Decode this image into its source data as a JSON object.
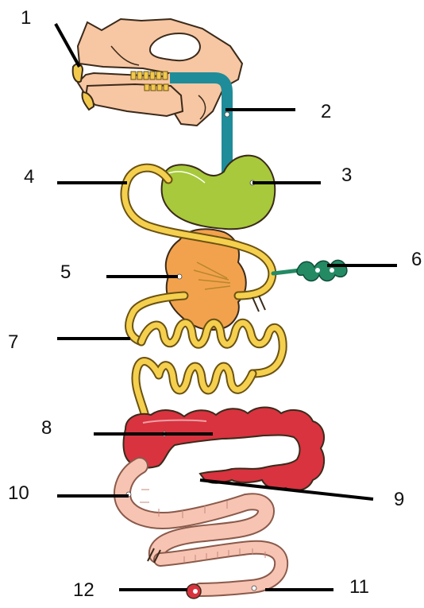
{
  "labels": [
    "1",
    "2",
    "3",
    "4",
    "5",
    "6",
    "7",
    "8",
    "9",
    "10",
    "11",
    "12"
  ],
  "colors": {
    "skull": "#f7c6a3",
    "teeth": "#f2c94c",
    "esophagus": "#1f8c99",
    "stomach": "#a7c93b",
    "liver": "#f2a24d",
    "small_intestine": "#f5d04e",
    "pancreas": "#238a64",
    "colon": "#d8333f",
    "rectum": "#f7c4b4"
  },
  "icons": [
    "digestive-system-illustration"
  ]
}
